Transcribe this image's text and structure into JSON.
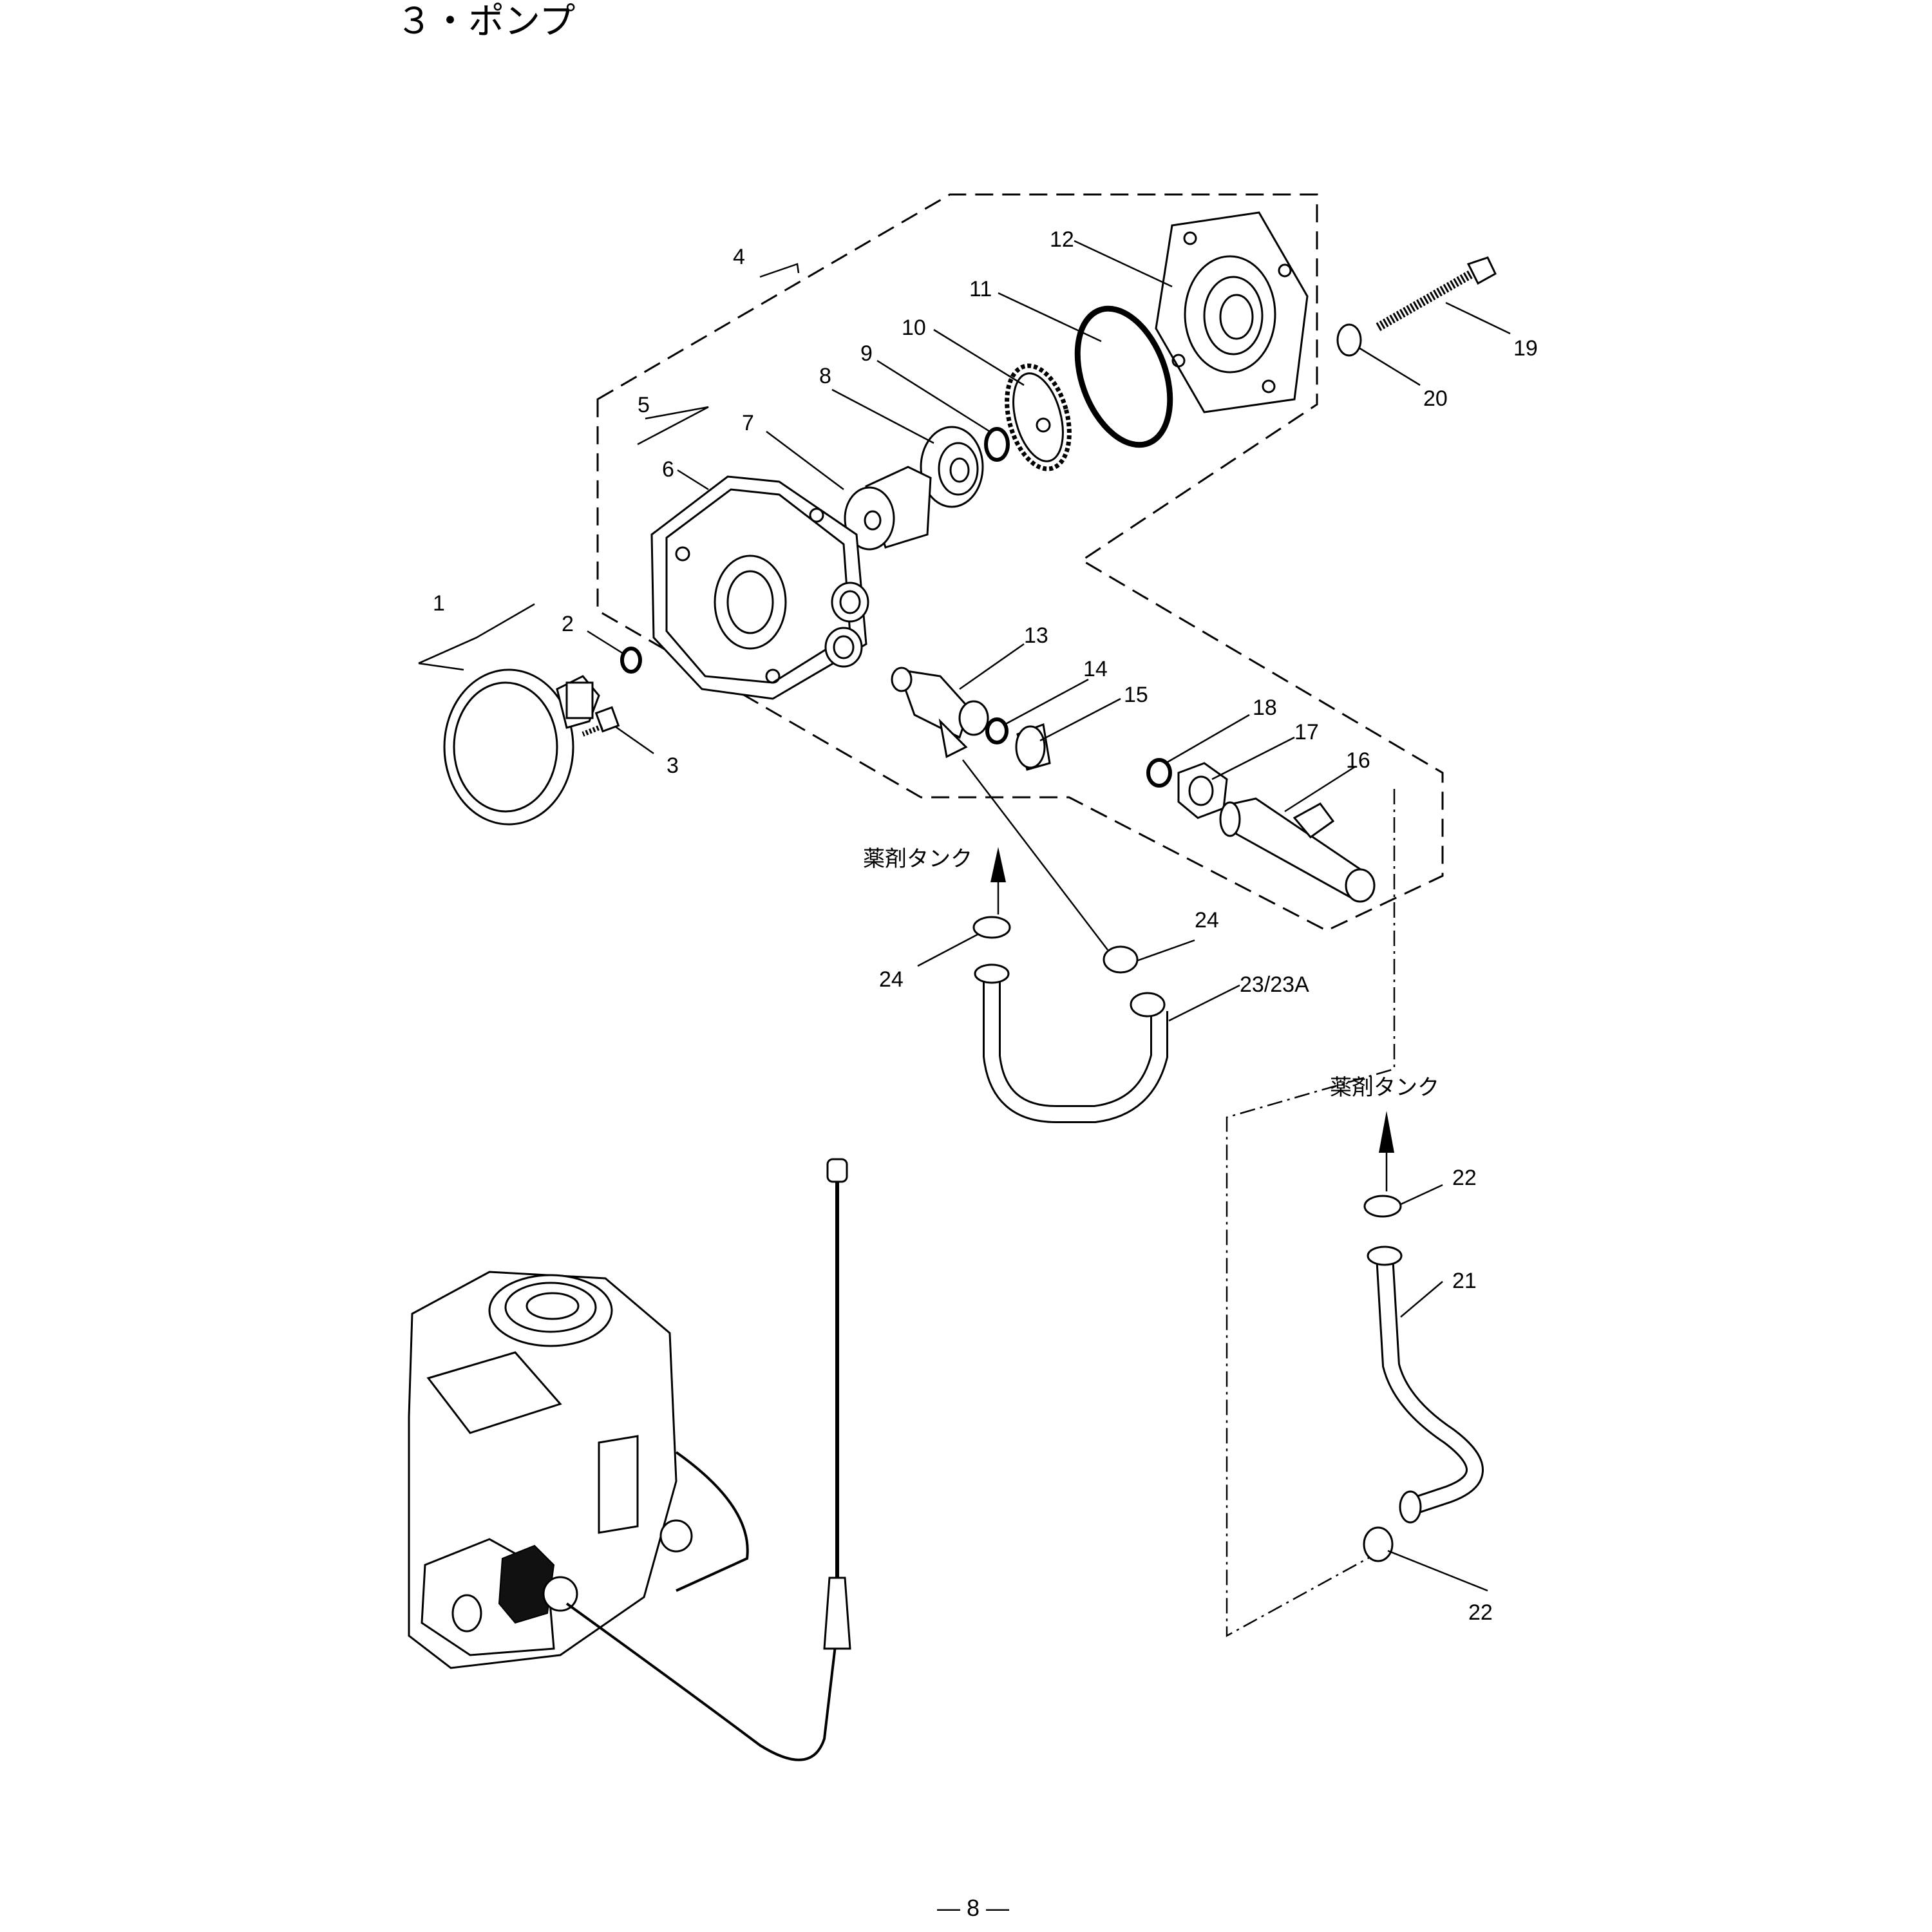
{
  "title": "３・ポンプ",
  "page_number": "― 8 ―",
  "tank_labels": [
    "薬剤タンク",
    "薬剤タンク"
  ],
  "parts": [
    {
      "no": "1",
      "name_icon": "pump-cover-icon"
    },
    {
      "no": "2",
      "name_icon": "o-ring-icon"
    },
    {
      "no": "3",
      "name_icon": "screw-icon"
    },
    {
      "no": "4",
      "name_icon": "pump-assembly-icon"
    },
    {
      "no": "5",
      "name_icon": "pump-case-set-icon"
    },
    {
      "no": "6",
      "name_icon": "pump-case-icon"
    },
    {
      "no": "7",
      "name_icon": "piston-icon"
    },
    {
      "no": "8",
      "name_icon": "bearing-icon"
    },
    {
      "no": "9",
      "name_icon": "snap-ring-icon"
    },
    {
      "no": "10",
      "name_icon": "gear-icon"
    },
    {
      "no": "11",
      "name_icon": "o-ring-icon"
    },
    {
      "no": "12",
      "name_icon": "pump-head-icon"
    },
    {
      "no": "13",
      "name_icon": "nipple-icon"
    },
    {
      "no": "14",
      "name_icon": "packing-icon"
    },
    {
      "no": "15",
      "name_icon": "cap-icon"
    },
    {
      "no": "16",
      "name_icon": "joint-icon"
    },
    {
      "no": "17",
      "name_icon": "nut-icon"
    },
    {
      "no": "18",
      "name_icon": "o-ring-icon"
    },
    {
      "no": "19",
      "name_icon": "bolt-icon"
    },
    {
      "no": "20",
      "name_icon": "washer-icon"
    },
    {
      "no": "21",
      "name_icon": "hose-icon"
    },
    {
      "no": "22",
      "name_icon": "hose-clamp-icon"
    },
    {
      "no": "22",
      "name_icon": "hose-clamp-icon"
    },
    {
      "no": "23/23A",
      "name_icon": "hose-icon"
    },
    {
      "no": "24",
      "name_icon": "hose-clamp-icon"
    },
    {
      "no": "24",
      "name_icon": "hose-clamp-icon"
    }
  ]
}
